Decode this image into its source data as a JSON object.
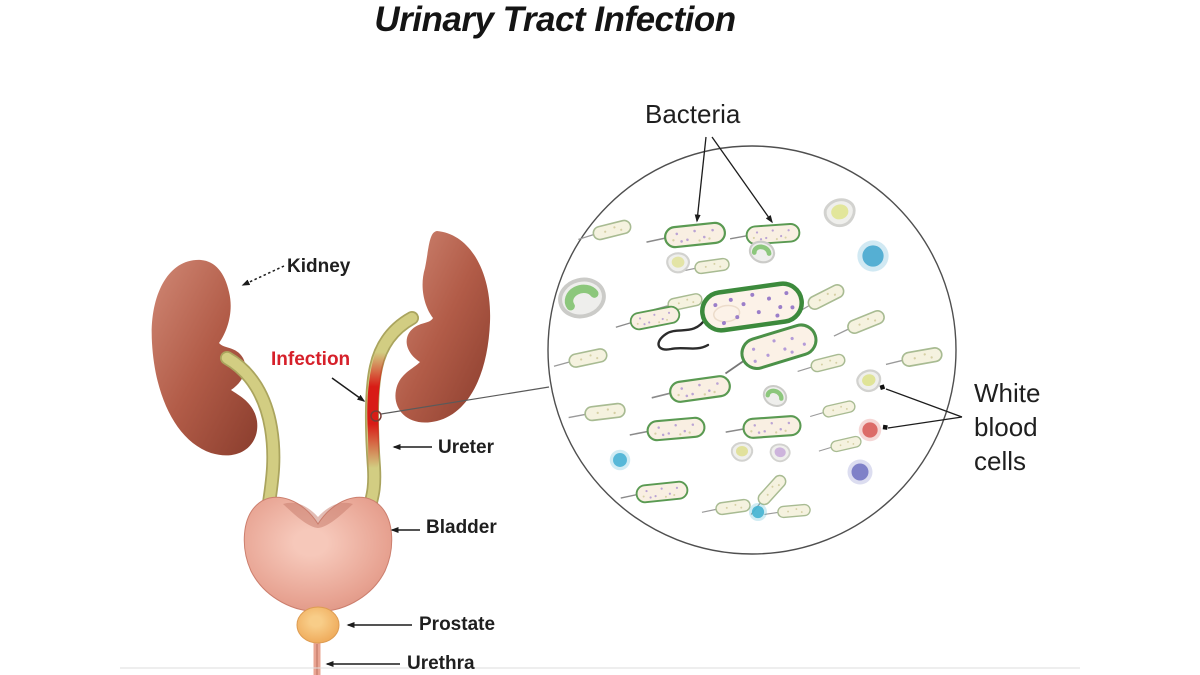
{
  "title": "Urinary Tract Infection",
  "labels": {
    "kidney": "Kidney",
    "infection": "Infection",
    "ureter": "Ureter",
    "bladder": "Bladder",
    "prostate": "Prostate",
    "urethra": "Urethra",
    "bacteria": "Bacteria",
    "white_blood_cells": "White blood cells"
  },
  "theme": {
    "title-color": "#141414",
    "label-color": "#1f1f1f",
    "infection-red": "#d6202a",
    "kidney-color": "#b25c48",
    "ureter-color": "#d2cd82",
    "bladder-color": "#e9a493",
    "prostate-color": "#f2b269",
    "bacteria-green": "#3c8a3c",
    "bacteria-body": "#fbf1e6",
    "wbc-red": "#d95f5c",
    "wbc-blue": "#47a9cf",
    "wbc-purple": "#7477c3",
    "wbc-yellow": "#dde289",
    "wbc-green": "#8cc77c"
  }
}
